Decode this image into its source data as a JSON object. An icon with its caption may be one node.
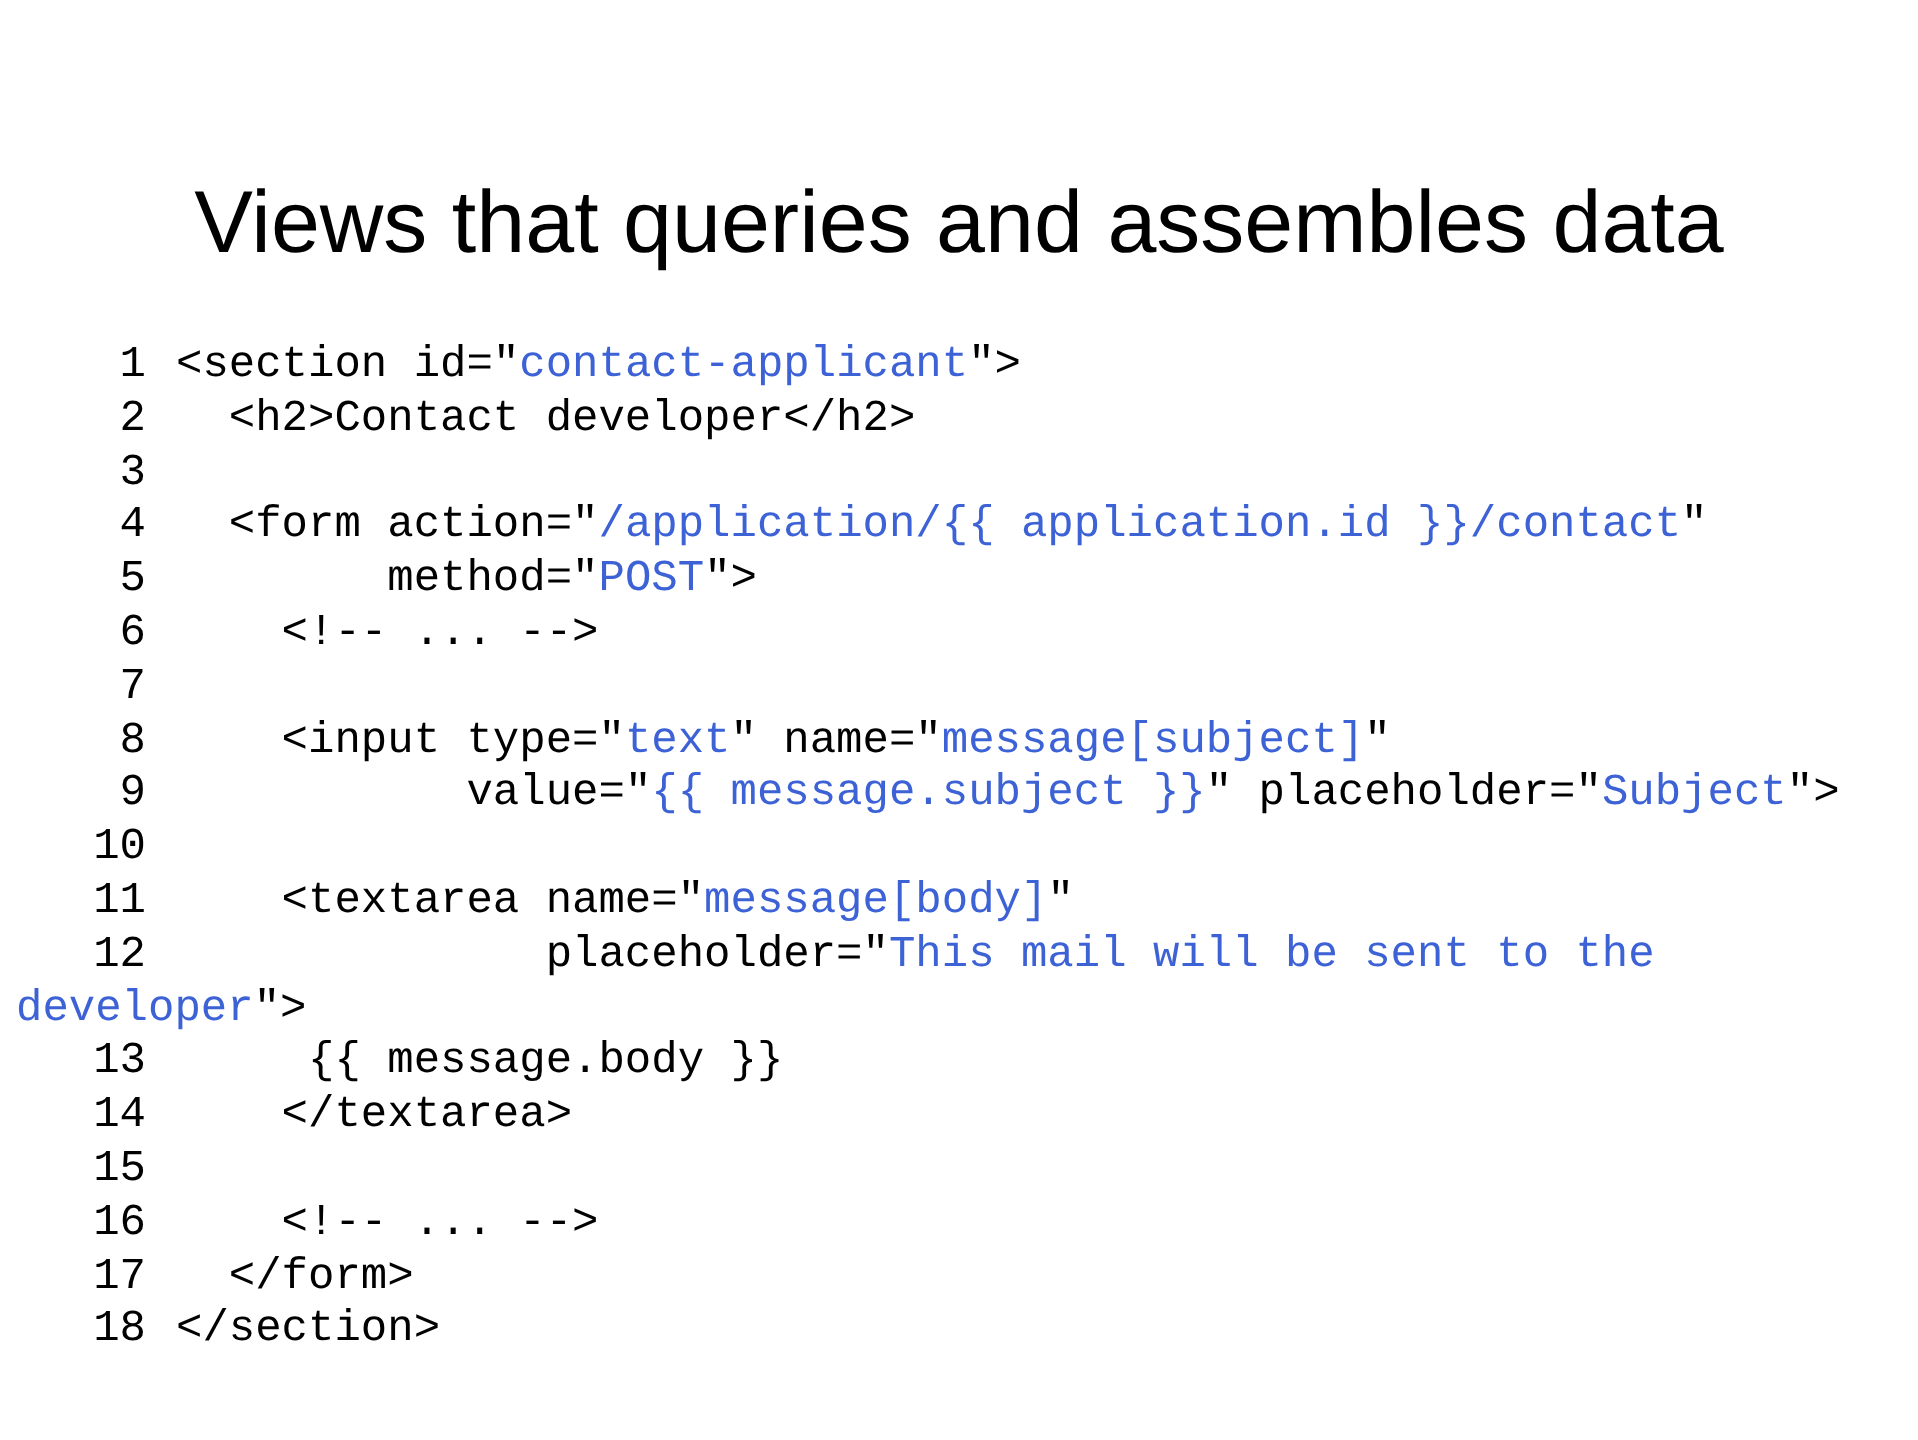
{
  "diagram": {
    "title": "Views that queries and assembles data",
    "labels": [
      "1",
      "<section id=\"contact-applicant\">",
      "2",
      "  <h2>Contact developer</h2>",
      "3",
      "4",
      "  <form action=\"/application/{{ application.id }}/contact\"",
      "5",
      "        method=\"POST\">",
      "6",
      "    <!-- ... -->",
      "7",
      "8",
      "    <input type=\"text\" name=\"message[subject]\"",
      "9",
      "           value=\"{{ message.subject }}\" placeholder=\"Subject\">",
      "10",
      "11",
      "    <textarea name=\"message[body]\"",
      "12",
      "              placeholder=\"This mail will be sent to the developer\">",
      "13",
      "     {{ message.body }}",
      "14",
      "    </textarea>",
      "15",
      "16",
      "    <!-- ... -->",
      "17",
      "  </form>",
      "18",
      "</section>"
    ]
  }
}
